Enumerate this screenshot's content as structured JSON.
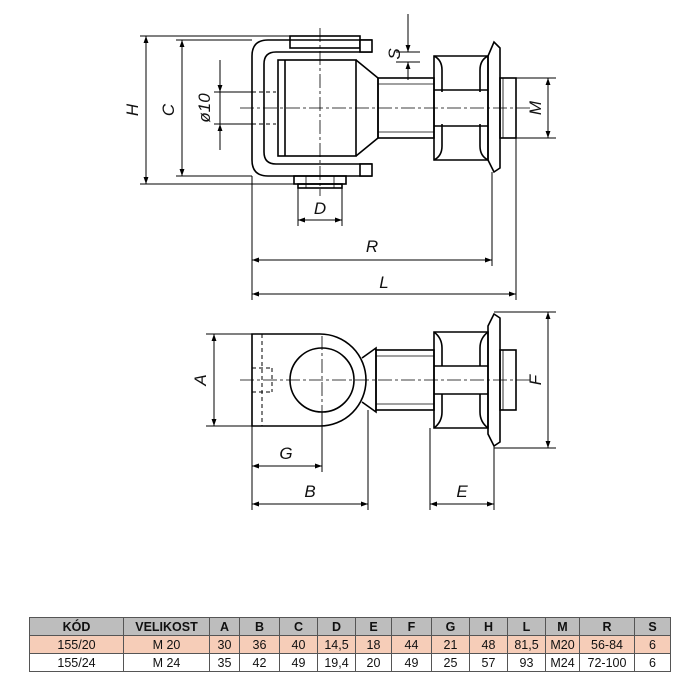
{
  "labels": {
    "H": "H",
    "C": "C",
    "phi": "ø10",
    "S": "S",
    "M": "M",
    "D": "D",
    "R": "R",
    "L": "L",
    "A": "A",
    "F": "F",
    "G": "G",
    "B": "B",
    "E": "E"
  },
  "colors": {
    "header_bg": "#bdbdbd",
    "highlight_row": "#f6cdb8"
  },
  "table": {
    "headers": [
      "KÓD",
      "VELIKOST",
      "A",
      "B",
      "C",
      "D",
      "E",
      "F",
      "G",
      "H",
      "L",
      "M",
      "R",
      "S"
    ],
    "rows": [
      [
        "155/20",
        "M 20",
        "30",
        "36",
        "40",
        "14,5",
        "18",
        "44",
        "21",
        "48",
        "81,5",
        "M20",
        "56-84",
        "6"
      ],
      [
        "155/24",
        "M 24",
        "35",
        "42",
        "49",
        "19,4",
        "20",
        "49",
        "25",
        "57",
        "93",
        "M24",
        "72-100",
        "6"
      ]
    ],
    "highlight_row": 0
  }
}
